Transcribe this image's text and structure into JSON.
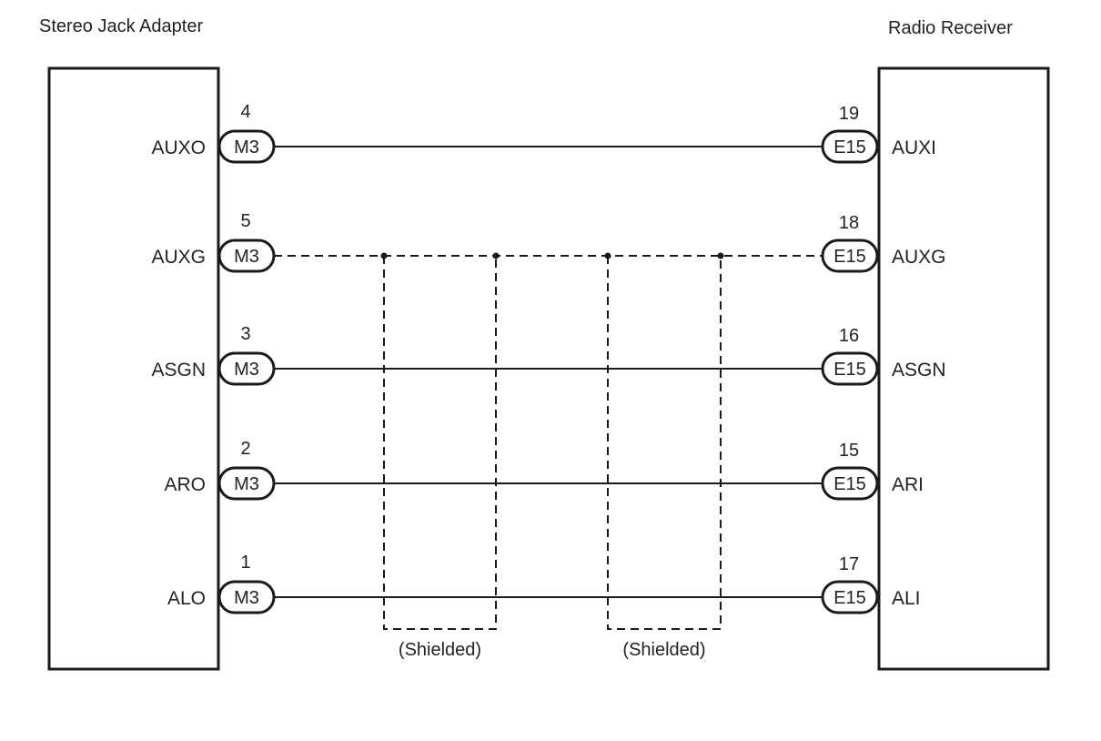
{
  "left_component": {
    "title": "Stereo Jack Adapter",
    "connector": "M3"
  },
  "right_component": {
    "title": "Radio Receiver",
    "connector": "E15"
  },
  "connections": [
    {
      "left_signal": "AUXO",
      "left_pin": "4",
      "right_signal": "AUXI",
      "right_pin": "19",
      "style": "solid"
    },
    {
      "left_signal": "AUXG",
      "left_pin": "5",
      "right_signal": "AUXG",
      "right_pin": "18",
      "style": "dashed"
    },
    {
      "left_signal": "ASGN",
      "left_pin": "3",
      "right_signal": "ASGN",
      "right_pin": "16",
      "style": "solid"
    },
    {
      "left_signal": "ARO",
      "left_pin": "2",
      "right_signal": "ARI",
      "right_pin": "15",
      "style": "solid"
    },
    {
      "left_signal": "ALO",
      "left_pin": "1",
      "right_signal": "ALI",
      "right_pin": "17",
      "style": "solid"
    }
  ],
  "shields": [
    {
      "label": "(Shielded)"
    },
    {
      "label": "(Shielded)"
    }
  ]
}
